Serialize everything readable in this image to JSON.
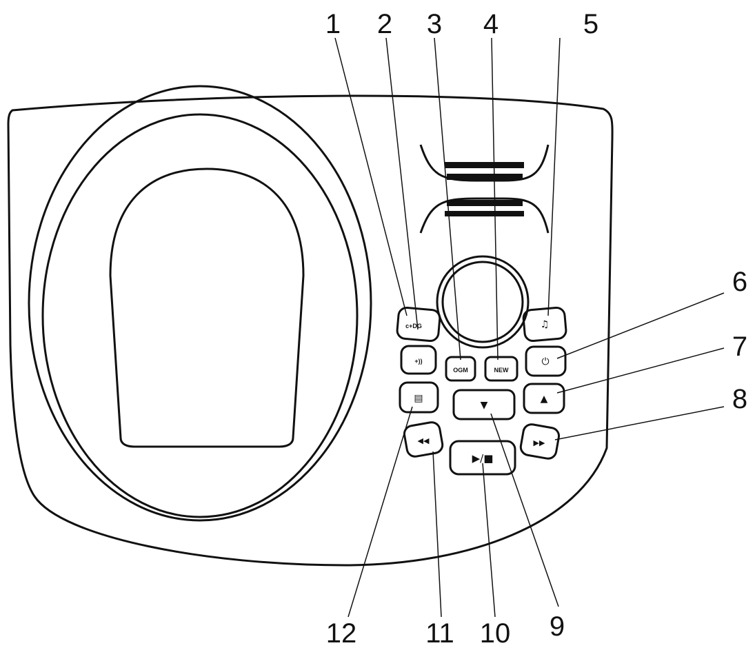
{
  "callouts": {
    "c1": "1",
    "c2": "2",
    "c3": "3",
    "c4": "4",
    "c5": "5",
    "c6": "6",
    "c7": "7",
    "c8": "8",
    "c9": "9",
    "c10": "10",
    "c11": "11",
    "c12": "12"
  },
  "buttons": {
    "b1": "c+DG",
    "b2": "+))",
    "b3": "OGM",
    "b4": "NEW",
    "b5": "♫",
    "b6": "⏻",
    "b7": "▲",
    "b8": "▶▶",
    "b9": "▼",
    "b10": "▶/■",
    "b11": "◀◀",
    "b12": "▤"
  },
  "colors": {
    "line": "#111111",
    "fill": "#ffffff"
  }
}
